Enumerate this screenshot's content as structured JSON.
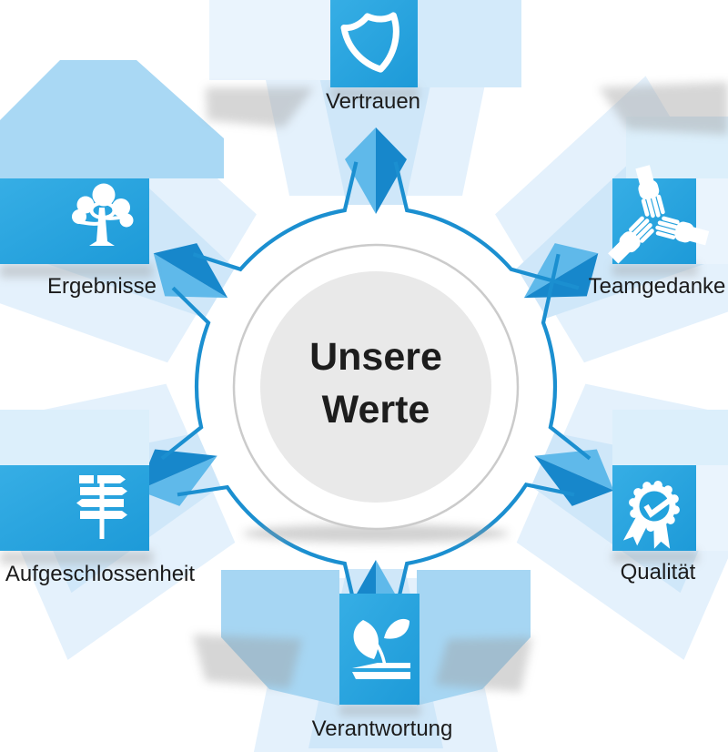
{
  "diagram": {
    "title_line1": "Unsere",
    "title_line2": "Werte",
    "values": [
      {
        "label": "Vertrauen",
        "icon": "shield-icon",
        "position": "top"
      },
      {
        "label": "Teamgedanke",
        "icon": "team-hands-icon",
        "position": "top-right"
      },
      {
        "label": "Qualität",
        "icon": "quality-seal-icon",
        "position": "bottom-right"
      },
      {
        "label": "Verantwortung",
        "icon": "sprout-hand-icon",
        "position": "bottom"
      },
      {
        "label": "Aufgeschlossenheit",
        "icon": "signpost-icon",
        "position": "bottom-left"
      },
      {
        "label": "Ergebnisse",
        "icon": "tree-icon",
        "position": "top-left"
      }
    ],
    "colors": {
      "primary_blue": "#29A9E1",
      "dark_blue": "#1787CB",
      "mid_blue": "#A8D6F3",
      "light_blue": "#CFE7F9",
      "pale_blue": "#E4F1FC",
      "ring_blue": "#1B8FD0",
      "center_fill": "#E9E9E9",
      "center_border": "#CBCBCB",
      "text": "#1B1B1B",
      "icon_white": "#FFFFFF"
    }
  }
}
